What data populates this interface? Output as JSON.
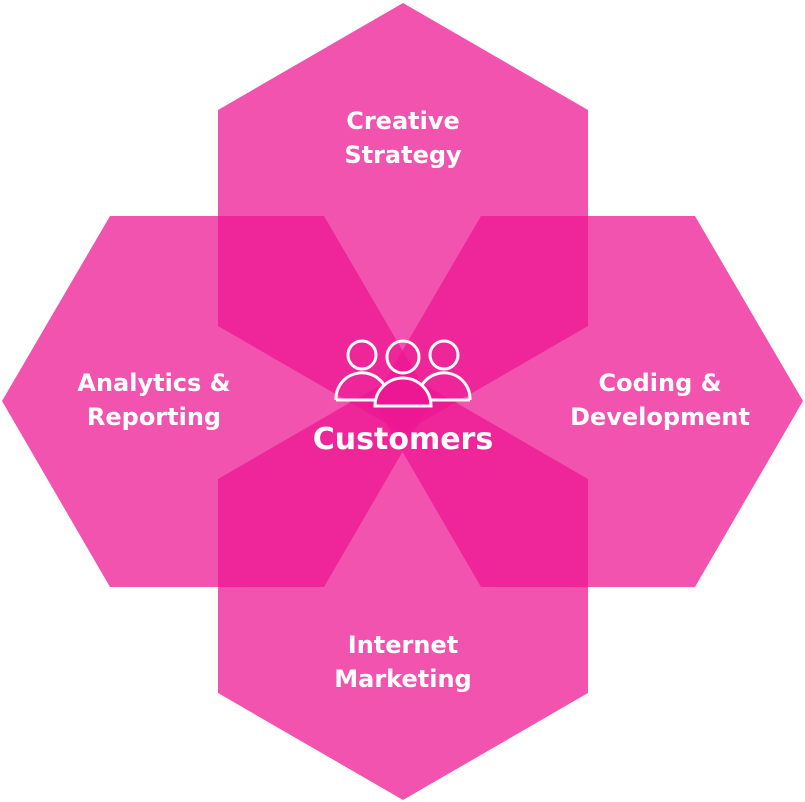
{
  "colors": {
    "hexagon": "#ee1793",
    "text": "#ffffff",
    "background": "#ffffff"
  },
  "center": {
    "icon": "customers-group-icon",
    "label": "Customers"
  },
  "segments": {
    "top": {
      "line1": "Creative",
      "line2": "Strategy"
    },
    "left": {
      "line1": "Analytics &",
      "line2": "Reporting"
    },
    "right": {
      "line1": "Coding &",
      "line2": "Development"
    },
    "bottom": {
      "line1": "Internet",
      "line2": "Marketing"
    }
  }
}
